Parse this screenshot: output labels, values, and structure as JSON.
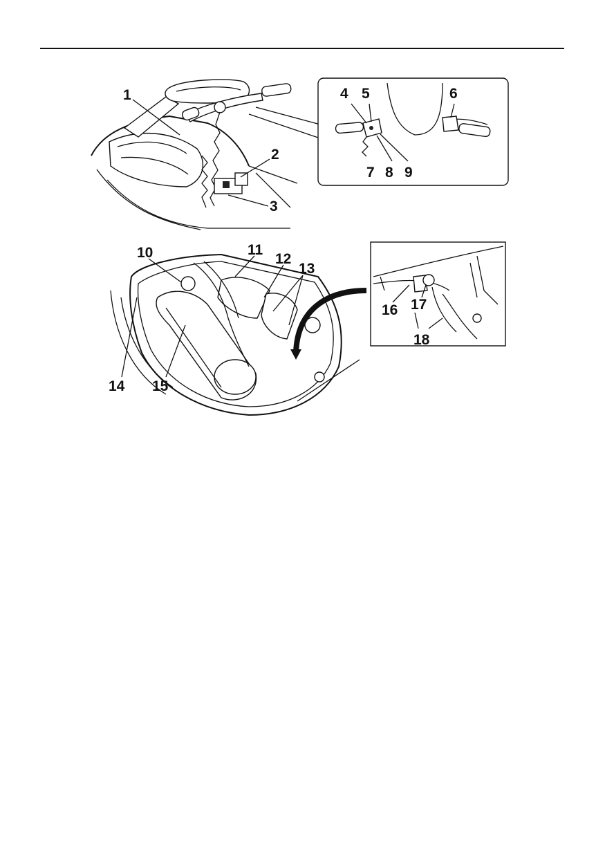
{
  "figure": {
    "callouts": [
      "1",
      "2",
      "3",
      "4",
      "5",
      "6",
      "7",
      "8",
      "9",
      "10",
      "11",
      "12",
      "13",
      "14",
      "15",
      "16",
      "17",
      "18"
    ]
  },
  "icons": {
    "arrow": "curved-arrow-icon"
  }
}
